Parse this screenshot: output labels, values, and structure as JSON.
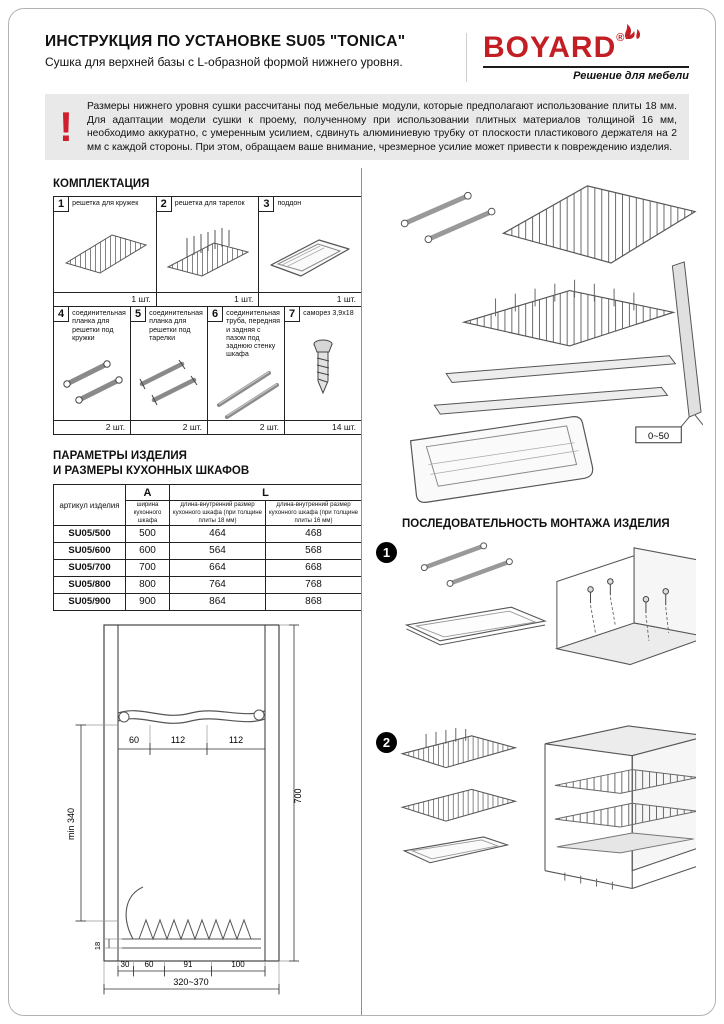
{
  "header": {
    "title": "ИНСТРУКЦИЯ ПО УСТАНОВКЕ SU05 \"TONICA\"",
    "subtitle": "Сушка для верхней базы с L-образной формой нижнего уровня."
  },
  "logo": {
    "brand": "BOYARD",
    "registered": "®",
    "tagline": "Решение для мебели"
  },
  "warning": {
    "mark": "!",
    "text": "Размеры нижнего уровня сушки рассчитаны под мебельные модули, которые предполагают использование плиты 18 мм. Для адаптации модели сушки к проему, полученному при использовании плитных материалов толщиной 16 мм, необходимо аккуратно, с умеренным усилием, сдвинуть алюминиевую трубку от плоскости пластикового держателя на 2 мм с каждой стороны. При этом, обращаем ваше внимание, чрезмерное усилие может привести к повреждению изделия."
  },
  "komplekt": {
    "heading": "КОМПЛЕКТАЦИЯ",
    "items": [
      {
        "num": "1",
        "label": "решетка для кружек",
        "qty": "1 шт."
      },
      {
        "num": "2",
        "label": "решетка для тарелок",
        "qty": "1 шт."
      },
      {
        "num": "3",
        "label": "поддон",
        "qty": "1 шт."
      },
      {
        "num": "4",
        "label": "соединительная планка для решетки под кружки",
        "qty": "2 шт."
      },
      {
        "num": "5",
        "label": "соединительная планка для решетки под тарелки",
        "qty": "2 шт."
      },
      {
        "num": "6",
        "label": "соединительная труба, передняя и задняя с пазом под заднюю стенку шкафа",
        "qty": "2 шт."
      },
      {
        "num": "7",
        "label": "саморез 3,9х18",
        "qty": "14 шт."
      }
    ]
  },
  "params": {
    "heading1": "ПАРАМЕТРЫ ИЗДЕЛИЯ",
    "heading2": "И РАЗМЕРЫ КУХОННЫХ ШКАФОВ",
    "headers": {
      "article": "артикул изделия",
      "a": "A",
      "l": "L",
      "a_sub": "ширина кухонного шкафа",
      "l18": "длина-внутренний размер кухонного шкафа (при толщине плиты 18 мм)",
      "l16": "длина-внутренний размер кухонного шкафа (при толщине плиты 16 мм)"
    },
    "rows": [
      {
        "article": "SU05/500",
        "a": "500",
        "l18": "464",
        "l16": "468"
      },
      {
        "article": "SU05/600",
        "a": "600",
        "l18": "564",
        "l16": "568"
      },
      {
        "article": "SU05/700",
        "a": "700",
        "l18": "664",
        "l16": "668"
      },
      {
        "article": "SU05/800",
        "a": "800",
        "l18": "764",
        "l16": "768"
      },
      {
        "article": "SU05/900",
        "a": "900",
        "l18": "864",
        "l16": "868"
      }
    ]
  },
  "drawing": {
    "dim_top1": "60",
    "dim_top2": "112",
    "dim_top3": "112",
    "dim_height": "700",
    "dim_min": "min 340",
    "dim_base": "18",
    "dim_b1": "30",
    "dim_b2": "60",
    "dim_b3": "91",
    "dim_b4": "100",
    "dim_width": "320~370"
  },
  "assembly": {
    "heading": "ПОСЛЕДОВАТЕЛЬНОСТЬ МОНТАЖА ИЗДЕЛИЯ",
    "range_label": "0~50",
    "step1": "1",
    "step2": "2"
  }
}
